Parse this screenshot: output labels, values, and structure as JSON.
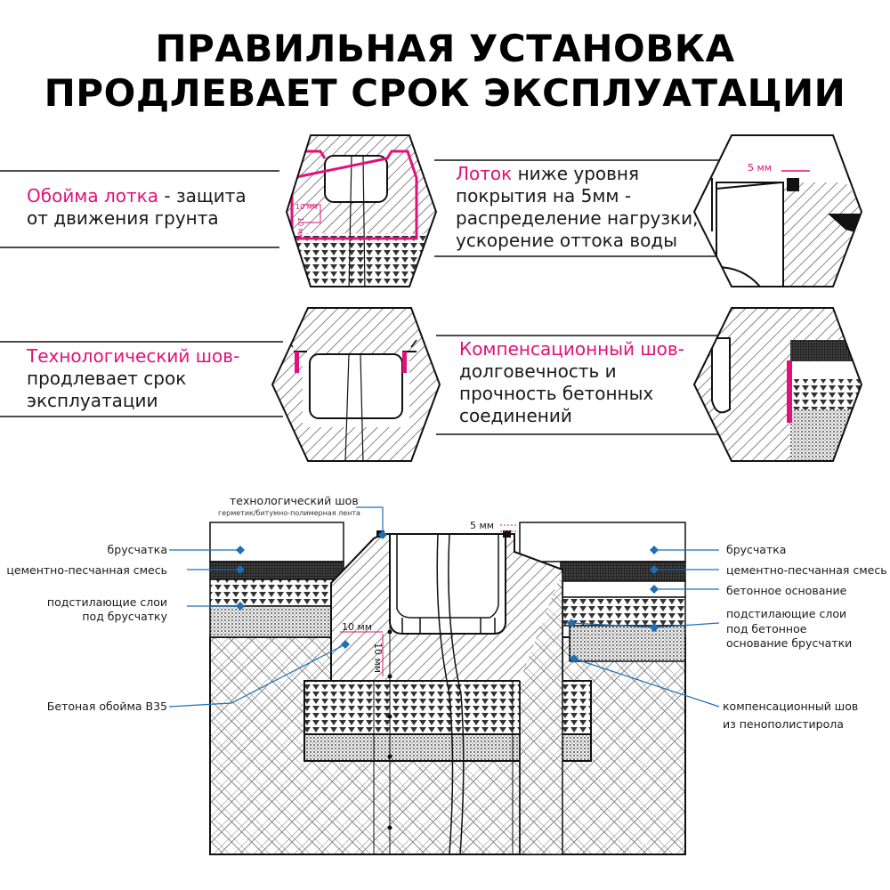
{
  "title": {
    "line1": "ПРАВИЛЬНАЯ УСТАНОВКА",
    "line2": "ПРОДЛЕВАЕТ СРОК ЭКСПЛУАТАЦИИ"
  },
  "features": {
    "tray_frame": {
      "accent": "Обойма лотка",
      "rest1": " - защита",
      "line2": "от движения грунта"
    },
    "tray_below": {
      "accent": "Лоток",
      "rest1": " ниже уровня",
      "line2": "покрытия на 5мм -",
      "line3": "распределение нагрузки,",
      "line4": "ускорение оттока воды"
    },
    "tech_seam": {
      "accent": "Технологический шов-",
      "line2": "продлевает срок",
      "line3": "эксплуатации"
    },
    "comp_seam": {
      "accent": "Компенсационный шов-",
      "line2": "долговечность и",
      "line3": "прочность бетонных",
      "line4": "соединений"
    }
  },
  "detail_labels": {
    "five_mm_top": "5 мм",
    "ten_mm_small": "10 мм",
    "ten_mm_vertical": "10 мм"
  },
  "section": {
    "tech_seam_title": "технологический шов",
    "tech_seam_sub": "герметик/битумно-полимерная лента",
    "five_mm": "5 мм",
    "ten_mm_h": "10 мм",
    "ten_mm_v": "10 мм",
    "left": {
      "paving": "брусчатка",
      "cement_sand": "цементно-песчанная смесь",
      "sublayers_1": "подстилающие слои",
      "sublayers_2": "под брусчатку",
      "concrete_frame": "Бетоная обойма В35"
    },
    "right": {
      "paving": "брусчатка",
      "cement_sand": "цементно-песчанная смесь",
      "concrete_base": "бетонное основание",
      "sublayers_1": "подстилающие слои",
      "sublayers_2": "под бетонное",
      "sublayers_3": "основание брусчатки",
      "comp_seam_1": "компенсационный шов",
      "comp_seam_2": "из пенополистирола"
    }
  },
  "colors": {
    "accent": "#e0117a",
    "marker": "#1f6fb5",
    "line": "#111111"
  },
  "icons": [
    "diamond-marker-icon"
  ]
}
